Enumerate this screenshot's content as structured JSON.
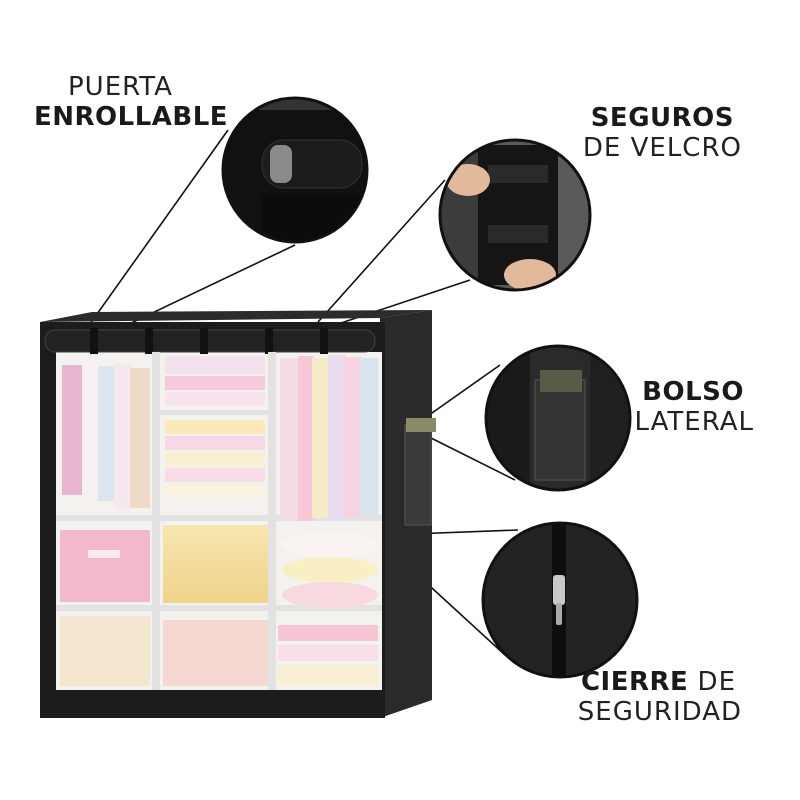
{
  "callouts": {
    "roll_door": {
      "line1": "PUERTA",
      "line2": "ENROLLABLE"
    },
    "velcro": {
      "line1": "SEGUROS",
      "line2": "DE VELCRO"
    },
    "side_bag": {
      "line1": "BOLSO",
      "line2": "LATERAL"
    },
    "zipper": {
      "word1": "CIERRE",
      "word2": " DE",
      "line2": "SEGURIDAD"
    }
  },
  "colors": {
    "cover": "#1c1c1c",
    "frame": "#e8e8e8",
    "pink": "#f2b8cc",
    "yellow": "#f5e3a0"
  }
}
